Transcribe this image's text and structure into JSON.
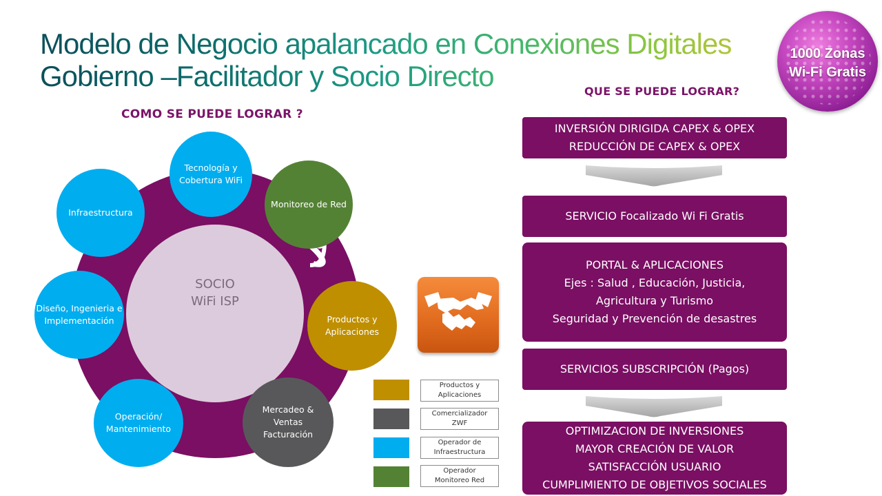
{
  "title": {
    "line1": "Modelo de Negocio apalancado en Conexiones Digitales",
    "line2": "Gobierno –Facilitador y Socio Directo"
  },
  "badge": {
    "line1": "1000 Zonas",
    "line2": "Wi-Fi Gratis"
  },
  "left_heading": "COMO SE PUEDE LOGRAR ?",
  "right_heading": "QUE SE PUEDE LOGRAR?",
  "center": {
    "line1": "SOCIO",
    "line2": "WiFi ISP"
  },
  "satellites": {
    "tecnologia": {
      "line1": "Tecnología y",
      "line2": "Cobertura WiFi"
    },
    "monitoreo": {
      "line1": "Monitoreo de Red"
    },
    "infraestructura": {
      "line1": "Infraestructura"
    },
    "diseno": {
      "line1": "Diseño, Ingenieria e",
      "line2": "Implementación"
    },
    "productos": {
      "line1": "Productos y",
      "line2": "Aplicaciones"
    },
    "operacion": {
      "line1": "Operación/",
      "line2": "Mantenimiento"
    },
    "mercadeo": {
      "line1": "Mercadeo &",
      "line2": "Ventas",
      "line3": "Facturación"
    }
  },
  "legend": [
    {
      "line1": "Productos y",
      "line2": "Aplicaciones",
      "color": "#bf8f00"
    },
    {
      "line1": "Comercializador",
      "line2": "ZWF",
      "color": "#58585a"
    },
    {
      "line1": "Operador de",
      "line2": "Infraestructura",
      "color": "#00adef"
    },
    {
      "line1": "Operador",
      "line2": "Monitoreo Red",
      "color": "#548235"
    }
  ],
  "outcomes": {
    "b1": {
      "line1": "INVERSIÓN DIRIGIDA CAPEX & OPEX",
      "line2": "REDUCCIÓN DE CAPEX & OPEX"
    },
    "b2": {
      "line1": "SERVICIO Focalizado Wi Fi Gratis"
    },
    "b3": {
      "line1": "PORTAL & APLICACIONES",
      "line2": "Ejes : Salud , Educación, Justicia,",
      "line3": "Agricultura y Turismo",
      "line4": "Seguridad y Prevención de desastres"
    },
    "b4": {
      "line1": "SERVICIOS SUBSCRIPCIÓN (Pagos)"
    },
    "b5": {
      "line1": "OPTIMIZACION DE INVERSIONES",
      "line2": "MAYOR CREACIÓN DE VALOR",
      "line3": "SATISFACCIÓN USUARIO",
      "line4": "CUMPLIMIENTO DE OBJETIVOS SOCIALES"
    }
  },
  "colors": {
    "ring": "#7a0f63",
    "center": "#dccbdc",
    "box": "#7a0f63",
    "heading": "#7b1468",
    "blue": "#00adef",
    "green": "#548235",
    "gold": "#bf8f00",
    "gray": "#58585a"
  }
}
